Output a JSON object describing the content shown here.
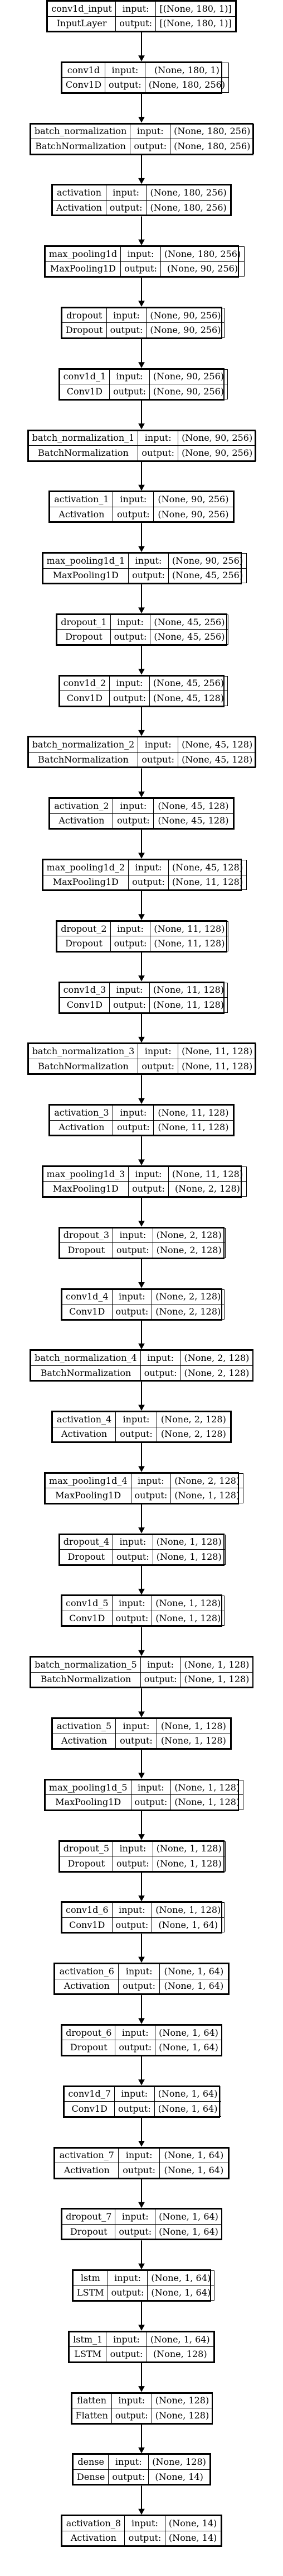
{
  "labels": {
    "input": "input:",
    "output": "output:"
  },
  "layers": [
    {
      "name": "conv1d_input",
      "type": "InputLayer",
      "input": "[(None, 180, 1)]",
      "output": "[(None, 180, 1)]"
    },
    {
      "name": "conv1d",
      "type": "Conv1D",
      "input": "(None, 180, 1)",
      "output": "(None, 180, 256)"
    },
    {
      "name": "batch_normalization",
      "type": "BatchNormalization",
      "input": "(None, 180, 256)",
      "output": "(None, 180, 256)"
    },
    {
      "name": "activation",
      "type": "Activation",
      "input": "(None, 180, 256)",
      "output": "(None, 180, 256)"
    },
    {
      "name": "max_pooling1d",
      "type": "MaxPooling1D",
      "input": "(None, 180, 256)",
      "output": "(None, 90, 256)"
    },
    {
      "name": "dropout",
      "type": "Dropout",
      "input": "(None, 90, 256)",
      "output": "(None, 90, 256)"
    },
    {
      "name": "conv1d_1",
      "type": "Conv1D",
      "input": "(None, 90, 256)",
      "output": "(None, 90, 256)"
    },
    {
      "name": "batch_normalization_1",
      "type": "BatchNormalization",
      "input": "(None, 90, 256)",
      "output": "(None, 90, 256)"
    },
    {
      "name": "activation_1",
      "type": "Activation",
      "input": "(None, 90, 256)",
      "output": "(None, 90, 256)"
    },
    {
      "name": "max_pooling1d_1",
      "type": "MaxPooling1D",
      "input": "(None, 90, 256)",
      "output": "(None, 45, 256)"
    },
    {
      "name": "dropout_1",
      "type": "Dropout",
      "input": "(None, 45, 256)",
      "output": "(None, 45, 256)"
    },
    {
      "name": "conv1d_2",
      "type": "Conv1D",
      "input": "(None, 45, 256)",
      "output": "(None, 45, 128)"
    },
    {
      "name": "batch_normalization_2",
      "type": "BatchNormalization",
      "input": "(None, 45, 128)",
      "output": "(None, 45, 128)"
    },
    {
      "name": "activation_2",
      "type": "Activation",
      "input": "(None, 45, 128)",
      "output": "(None, 45, 128)"
    },
    {
      "name": "max_pooling1d_2",
      "type": "MaxPooling1D",
      "input": "(None, 45, 128)",
      "output": "(None, 11, 128)"
    },
    {
      "name": "dropout_2",
      "type": "Dropout",
      "input": "(None, 11, 128)",
      "output": "(None, 11, 128)"
    },
    {
      "name": "conv1d_3",
      "type": "Conv1D",
      "input": "(None, 11, 128)",
      "output": "(None, 11, 128)"
    },
    {
      "name": "batch_normalization_3",
      "type": "BatchNormalization",
      "input": "(None, 11, 128)",
      "output": "(None, 11, 128)"
    },
    {
      "name": "activation_3",
      "type": "Activation",
      "input": "(None, 11, 128)",
      "output": "(None, 11, 128)"
    },
    {
      "name": "max_pooling1d_3",
      "type": "MaxPooling1D",
      "input": "(None, 11, 128)",
      "output": "(None, 2, 128)"
    },
    {
      "name": "dropout_3",
      "type": "Dropout",
      "input": "(None, 2, 128)",
      "output": "(None, 2, 128)"
    },
    {
      "name": "conv1d_4",
      "type": "Conv1D",
      "input": "(None, 2, 128)",
      "output": "(None, 2, 128)"
    },
    {
      "name": "batch_normalization_4",
      "type": "BatchNormalization",
      "input": "(None, 2, 128)",
      "output": "(None, 2, 128)"
    },
    {
      "name": "activation_4",
      "type": "Activation",
      "input": "(None, 2, 128)",
      "output": "(None, 2, 128)"
    },
    {
      "name": "max_pooling1d_4",
      "type": "MaxPooling1D",
      "input": "(None, 2, 128)",
      "output": "(None, 1, 128)"
    },
    {
      "name": "dropout_4",
      "type": "Dropout",
      "input": "(None, 1, 128)",
      "output": "(None, 1, 128)"
    },
    {
      "name": "conv1d_5",
      "type": "Conv1D",
      "input": "(None, 1, 128)",
      "output": "(None, 1, 128)"
    },
    {
      "name": "batch_normalization_5",
      "type": "BatchNormalization",
      "input": "(None, 1, 128)",
      "output": "(None, 1, 128)"
    },
    {
      "name": "activation_5",
      "type": "Activation",
      "input": "(None, 1, 128)",
      "output": "(None, 1, 128)"
    },
    {
      "name": "max_pooling1d_5",
      "type": "MaxPooling1D",
      "input": "(None, 1, 128)",
      "output": "(None, 1, 128)"
    },
    {
      "name": "dropout_5",
      "type": "Dropout",
      "input": "(None, 1, 128)",
      "output": "(None, 1, 128)"
    },
    {
      "name": "conv1d_6",
      "type": "Conv1D",
      "input": "(None, 1, 128)",
      "output": "(None, 1, 64)"
    },
    {
      "name": "activation_6",
      "type": "Activation",
      "input": "(None, 1, 64)",
      "output": "(None, 1, 64)"
    },
    {
      "name": "dropout_6",
      "type": "Dropout",
      "input": "(None, 1, 64)",
      "output": "(None, 1, 64)"
    },
    {
      "name": "conv1d_7",
      "type": "Conv1D",
      "input": "(None, 1, 64)",
      "output": "(None, 1, 64)"
    },
    {
      "name": "activation_7",
      "type": "Activation",
      "input": "(None, 1, 64)",
      "output": "(None, 1, 64)"
    },
    {
      "name": "dropout_7",
      "type": "Dropout",
      "input": "(None, 1, 64)",
      "output": "(None, 1, 64)"
    },
    {
      "name": "lstm",
      "type": "LSTM",
      "input": "(None, 1, 64)",
      "output": "(None, 1, 64)"
    },
    {
      "name": "lstm_1",
      "type": "LSTM",
      "input": "(None, 1, 64)",
      "output": "(None, 128)"
    },
    {
      "name": "flatten",
      "type": "Flatten",
      "input": "(None, 128)",
      "output": "(None, 128)"
    },
    {
      "name": "dense",
      "type": "Dense",
      "input": "(None, 128)",
      "output": "(None, 14)"
    },
    {
      "name": "activation_8",
      "type": "Activation",
      "input": "(None, 14)",
      "output": "(None, 14)"
    }
  ]
}
